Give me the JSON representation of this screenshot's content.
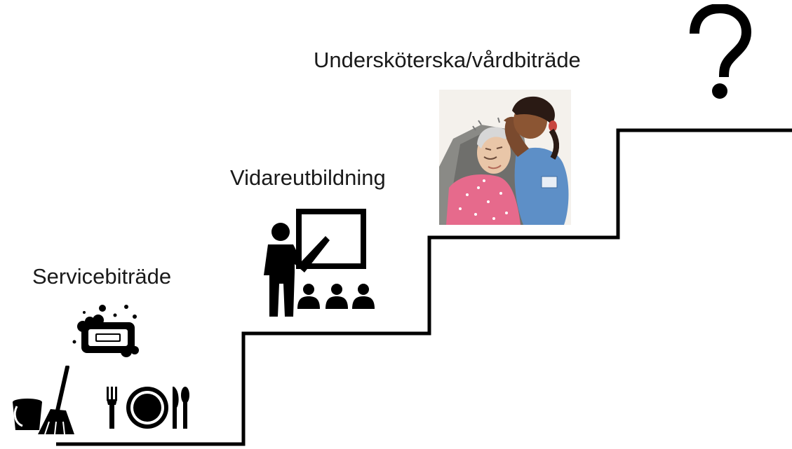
{
  "steps": [
    {
      "label": "Servicebiträde",
      "icons": [
        "soap-bubbles-icon",
        "bucket-broom-icon",
        "plate-cutlery-icon"
      ]
    },
    {
      "label": "Vidareutbildning",
      "icons": [
        "teacher-presentation-icon"
      ]
    },
    {
      "label": "Undersköterska/vårdbiträde",
      "icons": [
        "caregiver-illustration"
      ]
    }
  ],
  "goal": {
    "icon": "question-mark-icon"
  },
  "colors": {
    "ink": "#000000",
    "text": "#1a1a1a"
  }
}
